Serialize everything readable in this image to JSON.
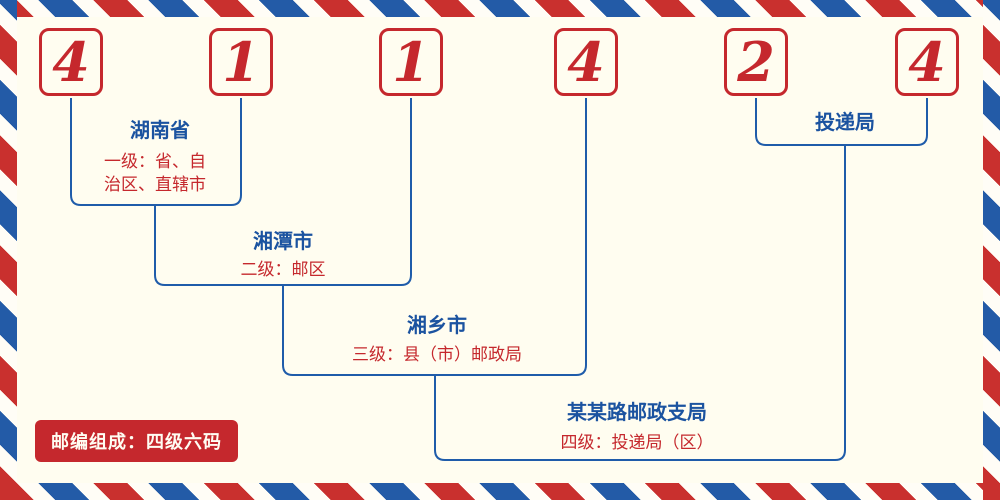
{
  "postal_code": {
    "digits": [
      "4",
      "1",
      "1",
      "4",
      "2",
      "4"
    ]
  },
  "levels": {
    "province": {
      "name": "湖南省",
      "desc_line1": "一级：省、自",
      "desc_line2": "治区、直辖市"
    },
    "zone": {
      "name": "湘潭市",
      "desc": "二级：邮区"
    },
    "county": {
      "name": "湘乡市",
      "desc": "三级：县（市）邮政局"
    },
    "branch": {
      "name": "某某路邮政支局",
      "desc": "四级：投递局（区）"
    },
    "delivery": {
      "name": "投递局"
    }
  },
  "badge": {
    "text": "邮编组成：四级六码"
  },
  "colors": {
    "red": "#c5282d",
    "blue": "#1f5caa",
    "background": "#fffdf0"
  }
}
